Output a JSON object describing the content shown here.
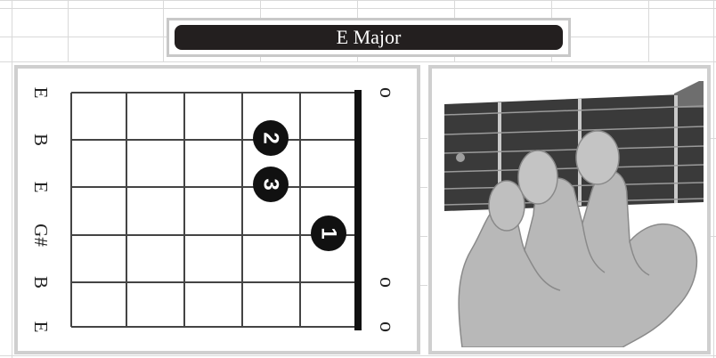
{
  "title": "E Major",
  "strings": [
    "E",
    "B",
    "E",
    "G#",
    "B",
    "E"
  ],
  "open_markers": [
    "o",
    "o",
    "o"
  ],
  "fingers": [
    {
      "label": "2",
      "string": 2,
      "fret": 2
    },
    {
      "label": "3",
      "string": 3,
      "fret": 2
    },
    {
      "label": "1",
      "string": 4,
      "fret": 1
    }
  ],
  "colors": {
    "title_bar": "#231f1f",
    "grid_line": "#444444",
    "finger_dot": "#111111",
    "frame": "#cfcfcf"
  }
}
